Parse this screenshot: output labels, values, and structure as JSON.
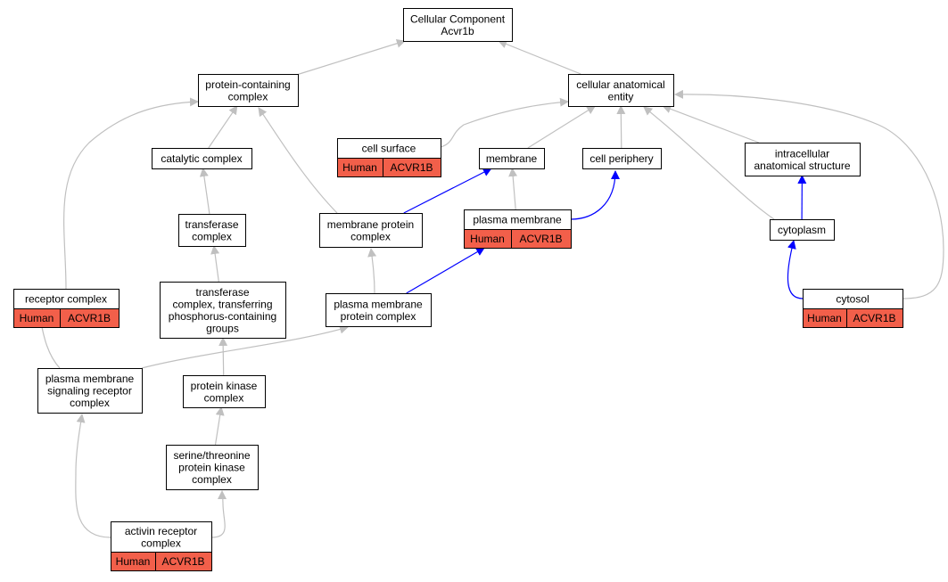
{
  "diagram_title": "Cellular Component\nAcvr1b",
  "colors": {
    "edge_default": "#c0c0c0",
    "edge_highlight": "#0000ff",
    "annotation_fill": "#f25f4a",
    "node_fill": "#ffffff",
    "node_stroke": "#000000"
  },
  "nodes": [
    {
      "id": "root",
      "label": "Cellular Component\nAcvr1b"
    },
    {
      "id": "pcc",
      "label": "protein-containing\ncomplex"
    },
    {
      "id": "cae",
      "label": "cellular anatomical\nentity"
    },
    {
      "id": "cs",
      "label": "cell surface",
      "annotation": {
        "species": "Human",
        "gene": "ACVR1B"
      }
    },
    {
      "id": "cat",
      "label": "catalytic complex"
    },
    {
      "id": "mem",
      "label": "membrane"
    },
    {
      "id": "cp",
      "label": "cell periphery"
    },
    {
      "id": "ias",
      "label": "intracellular\nanatomical structure"
    },
    {
      "id": "tc",
      "label": "transferase\ncomplex"
    },
    {
      "id": "mpc",
      "label": "membrane protein\ncomplex"
    },
    {
      "id": "pm",
      "label": "plasma membrane",
      "annotation": {
        "species": "Human",
        "gene": "ACVR1B"
      }
    },
    {
      "id": "cyto",
      "label": "cytoplasm"
    },
    {
      "id": "rc",
      "label": "receptor complex",
      "annotation": {
        "species": "Human",
        "gene": "ACVR1B"
      }
    },
    {
      "id": "tctp",
      "label": "transferase\ncomplex, transferring\nphosphorus-containing\ngroups"
    },
    {
      "id": "pmpc",
      "label": "plasma membrane\nprotein complex"
    },
    {
      "id": "cytosol",
      "label": "cytosol",
      "annotation": {
        "species": "Human",
        "gene": "ACVR1B"
      }
    },
    {
      "id": "pmsrc",
      "label": "plasma membrane\nsignaling receptor\ncomplex"
    },
    {
      "id": "pkc",
      "label": "protein kinase\ncomplex"
    },
    {
      "id": "stpkc",
      "label": "serine/threonine\nprotein kinase\ncomplex"
    },
    {
      "id": "arc",
      "label": "activin receptor\ncomplex",
      "annotation": {
        "species": "Human",
        "gene": "ACVR1B"
      }
    }
  ],
  "edges": [
    {
      "from": "pcc",
      "to": "root",
      "highlight": false
    },
    {
      "from": "cae",
      "to": "root",
      "highlight": false
    },
    {
      "from": "cat",
      "to": "pcc",
      "highlight": false
    },
    {
      "from": "mpc",
      "to": "pcc",
      "highlight": false
    },
    {
      "from": "rc",
      "to": "pcc",
      "highlight": false
    },
    {
      "from": "cs",
      "to": "cae",
      "highlight": false
    },
    {
      "from": "mem",
      "to": "cae",
      "highlight": false
    },
    {
      "from": "cp",
      "to": "cae",
      "highlight": false
    },
    {
      "from": "ias",
      "to": "cae",
      "highlight": false
    },
    {
      "from": "cyto",
      "to": "cae",
      "highlight": false
    },
    {
      "from": "cytosol",
      "to": "cae",
      "highlight": false
    },
    {
      "from": "tc",
      "to": "cat",
      "highlight": false
    },
    {
      "from": "tctp",
      "to": "tc",
      "highlight": false
    },
    {
      "from": "pkc",
      "to": "tctp",
      "highlight": false
    },
    {
      "from": "stpkc",
      "to": "pkc",
      "highlight": false
    },
    {
      "from": "arc",
      "to": "stpkc",
      "highlight": false
    },
    {
      "from": "arc",
      "to": "pmsrc",
      "highlight": false
    },
    {
      "from": "pmsrc",
      "to": "rc",
      "highlight": false
    },
    {
      "from": "pmsrc",
      "to": "pmpc",
      "highlight": false
    },
    {
      "from": "pmpc",
      "to": "mpc",
      "highlight": false
    },
    {
      "from": "pm",
      "to": "mem",
      "highlight": false
    },
    {
      "from": "mpc",
      "to": "mem",
      "highlight": true
    },
    {
      "from": "pmpc",
      "to": "pm",
      "highlight": true
    },
    {
      "from": "pm",
      "to": "cp",
      "highlight": true
    },
    {
      "from": "cyto",
      "to": "ias",
      "highlight": true
    },
    {
      "from": "cytosol",
      "to": "cyto",
      "highlight": true
    }
  ]
}
